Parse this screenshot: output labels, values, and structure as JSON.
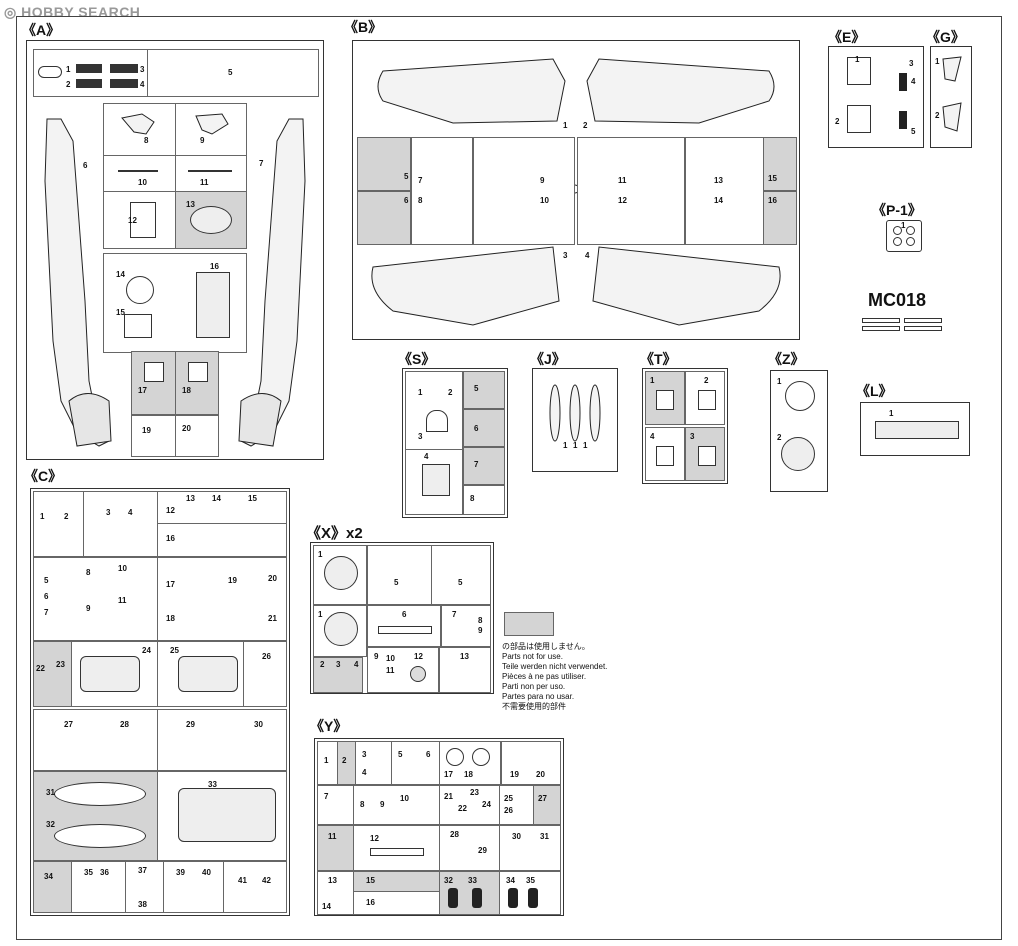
{
  "watermark": "HOBBY SEARCH",
  "sprues": {
    "A": {
      "label": "《A》",
      "parts": [
        "1",
        "2",
        "3",
        "4",
        "5",
        "6",
        "7",
        "8",
        "9",
        "10",
        "11",
        "12",
        "13",
        "14",
        "15",
        "16",
        "17",
        "18",
        "19",
        "20"
      ]
    },
    "B": {
      "label": "《B》",
      "parts": [
        "1",
        "2",
        "3",
        "4",
        "5",
        "6",
        "7",
        "8",
        "9",
        "10",
        "11",
        "12",
        "13",
        "14",
        "15",
        "16"
      ]
    },
    "C": {
      "label": "《C》",
      "parts": [
        "1",
        "2",
        "3",
        "4",
        "5",
        "6",
        "7",
        "8",
        "9",
        "10",
        "11",
        "12",
        "13",
        "14",
        "15",
        "16",
        "17",
        "18",
        "19",
        "20",
        "21",
        "22",
        "23",
        "24",
        "25",
        "26",
        "27",
        "28",
        "29",
        "30",
        "31",
        "32",
        "33",
        "34",
        "35",
        "36",
        "37",
        "38",
        "39",
        "40",
        "41",
        "42"
      ]
    },
    "E": {
      "label": "《E》",
      "parts": [
        "1",
        "2",
        "3",
        "4",
        "5"
      ]
    },
    "G": {
      "label": "《G》",
      "parts": [
        "1",
        "2"
      ]
    },
    "P1": {
      "label": "《P-1》",
      "parts": [
        "1"
      ]
    },
    "S": {
      "label": "《S》",
      "parts": [
        "1",
        "2",
        "3",
        "4",
        "5",
        "6",
        "7",
        "8"
      ]
    },
    "J": {
      "label": "《J》",
      "parts": [
        "1",
        "1",
        "1"
      ]
    },
    "T": {
      "label": "《T》",
      "parts": [
        "1",
        "2",
        "4",
        "3"
      ]
    },
    "Z": {
      "label": "《Z》",
      "parts": [
        "1",
        "2"
      ]
    },
    "L": {
      "label": "《L》",
      "parts": [
        "1"
      ]
    },
    "X": {
      "label": "《X》x2",
      "parts": [
        "1",
        "5",
        "5",
        "1",
        "6",
        "7",
        "8",
        "9",
        "2",
        "3",
        "4",
        "9",
        "10",
        "11",
        "12",
        "13"
      ]
    },
    "Y": {
      "label": "《Y》",
      "parts": [
        "1",
        "2",
        "3",
        "4",
        "5",
        "6",
        "17",
        "18",
        "19",
        "20",
        "7",
        "8",
        "9",
        "10",
        "21",
        "22",
        "23",
        "24",
        "25",
        "26",
        "27",
        "11",
        "12",
        "28",
        "29",
        "30",
        "31",
        "13",
        "14",
        "15",
        "16",
        "32",
        "33",
        "34",
        "35"
      ]
    }
  },
  "mc_code": "MC018",
  "legend": {
    "lines": [
      "の部品は使用しません。",
      "Parts not for use.",
      "Teile werden nicht verwendet.",
      "Pièces à ne pas utiliser.",
      "Parti non per uso.",
      "Partes para no usar.",
      "不需要使用的部件"
    ],
    "swatch_color": "#d4d4d4"
  }
}
